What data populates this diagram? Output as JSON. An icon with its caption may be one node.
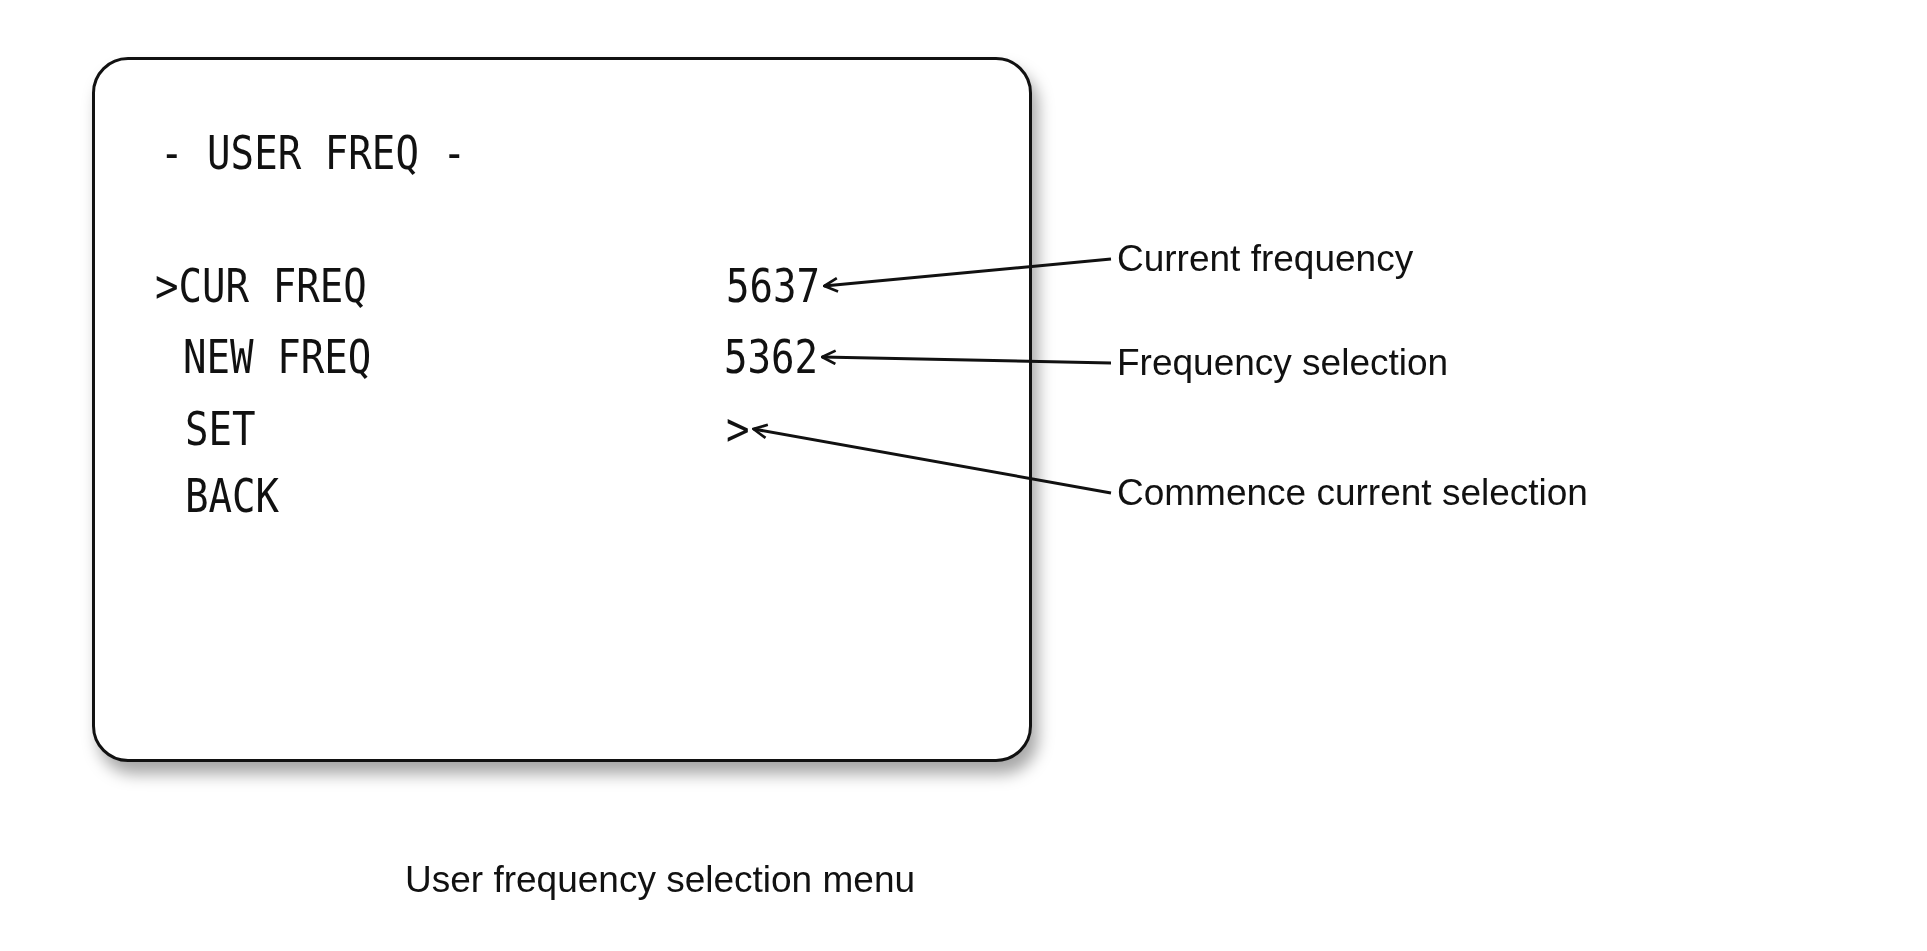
{
  "diagram": {
    "caption": "User frequency selection menu",
    "nodes": [
      {
        "text": [
          "- USER FREQ -",
          ">CUR FREQ",
          "NEW FREQ",
          "SET",
          "BACK"
        ]
      },
      {
        "text": [
          "5637"
        ],
        "in": 0
      },
      {
        "text": [
          "5362"
        ],
        "in": 0
      },
      {
        "text": [
          ">"
        ],
        "in": 0
      },
      {
        "text": [
          "Current frequency"
        ]
      },
      {
        "text": [
          "Frequency selection"
        ]
      },
      {
        "text": [
          "Commence current selection"
        ]
      }
    ],
    "edges": [
      {
        "from": 4,
        "to": 1,
        "arrow": "to"
      },
      {
        "from": 5,
        "to": 2,
        "arrow": "to"
      },
      {
        "from": 6,
        "to": 3,
        "arrow": "to"
      }
    ]
  }
}
